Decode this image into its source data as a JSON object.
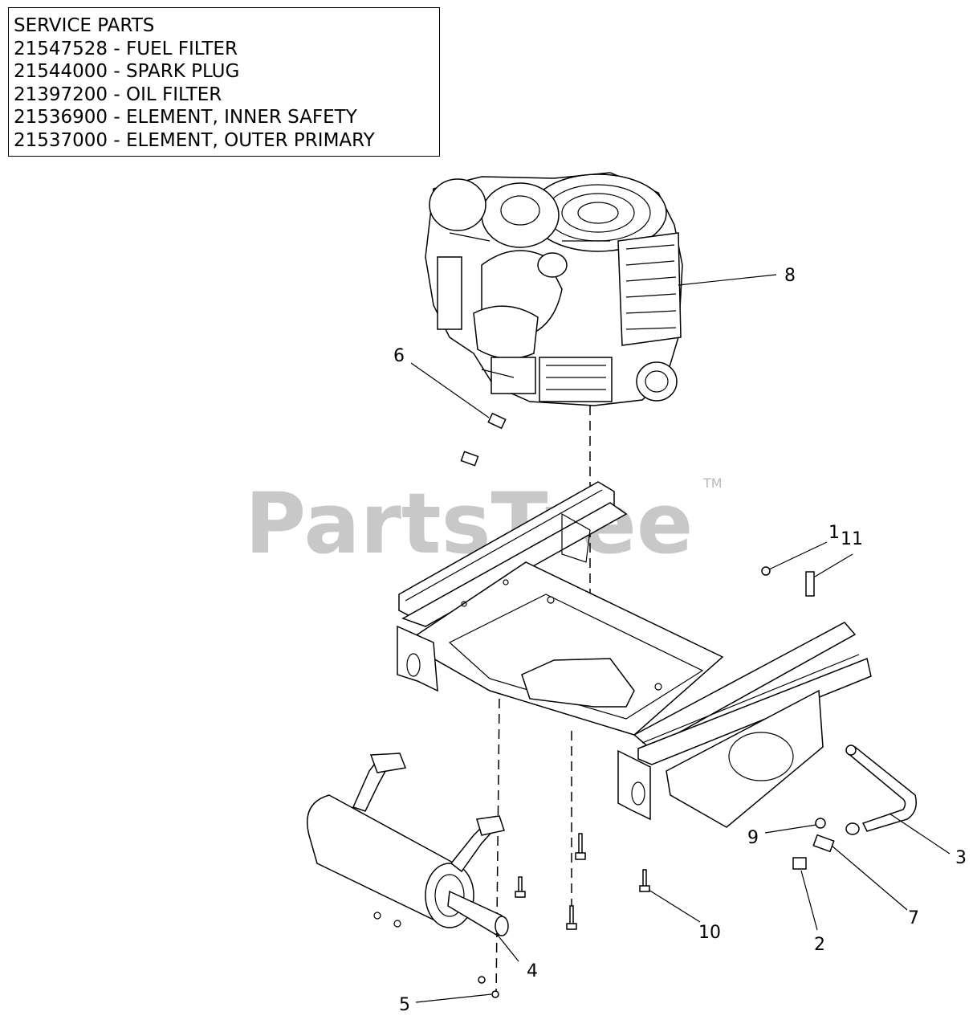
{
  "service_parts": {
    "title": "SERVICE PARTS",
    "items": [
      "21547528 - FUEL FILTER",
      "21544000 - SPARK PLUG",
      "21397200 - OIL FILTER",
      "21536900 - ELEMENT, INNER SAFETY",
      "21537000 - ELEMENT, OUTER PRIMARY"
    ]
  },
  "watermark": {
    "text": "PartsTree",
    "tm": "TM"
  },
  "callouts": [
    "1",
    "2",
    "3",
    "4",
    "5",
    "6",
    "7",
    "8",
    "9",
    "10",
    "11"
  ]
}
